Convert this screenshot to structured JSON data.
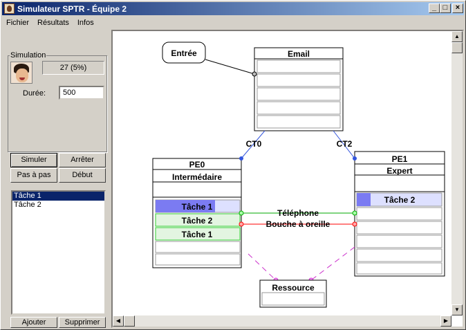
{
  "window": {
    "title": "Simulateur SPTR - Équipe 2"
  },
  "menu": [
    "Fichier",
    "Résultats",
    "Infos"
  ],
  "simulation": {
    "legend": "Simulation",
    "progress": "27 (5%)",
    "duree_label": "Durée:",
    "duree_value": "500"
  },
  "buttons": {
    "simuler": "Simuler",
    "arreter": "Arrêter",
    "pas_a_pas": "Pas à pas",
    "debut": "Début",
    "ajouter": "Ajouter",
    "supprimer": "Supprimer"
  },
  "task_list": [
    {
      "label": "Tâche 1",
      "selected": true
    },
    {
      "label": "Tâche 2",
      "selected": false
    }
  ],
  "diagram": {
    "entree": "Entrée",
    "email": {
      "title": "Email"
    },
    "ct0": "CT0",
    "ct2": "CT2",
    "pe0": {
      "title": "PE0",
      "role": "Intermédaire",
      "tasks": [
        "Tâche 1",
        "Tâche 2",
        "Tâche 1"
      ]
    },
    "pe1": {
      "title": "PE1",
      "role": "Expert",
      "tasks": [
        "Tâche 2"
      ]
    },
    "telephone": "Téléphone",
    "bouche": "Bouche à oreille",
    "ressource": "Ressource"
  },
  "colors": {
    "titlebar": "#0a246a",
    "task_active": "#7b7bf2",
    "task_green": "#e3f5e1",
    "task_border_green": "#33cc33",
    "link_green": "#00aa00",
    "link_red": "#ff0000",
    "link_magenta": "#cc33cc",
    "node_blue": "#3355dd"
  }
}
